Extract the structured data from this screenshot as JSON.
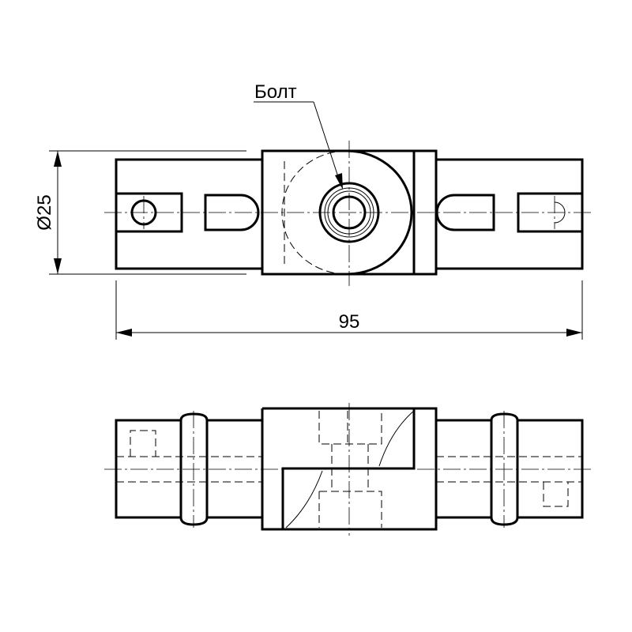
{
  "labels": {
    "bolt": "Болт",
    "diameter": "Ø25",
    "length": "95"
  },
  "colors": {
    "line": "#000000",
    "background": "#ffffff"
  }
}
